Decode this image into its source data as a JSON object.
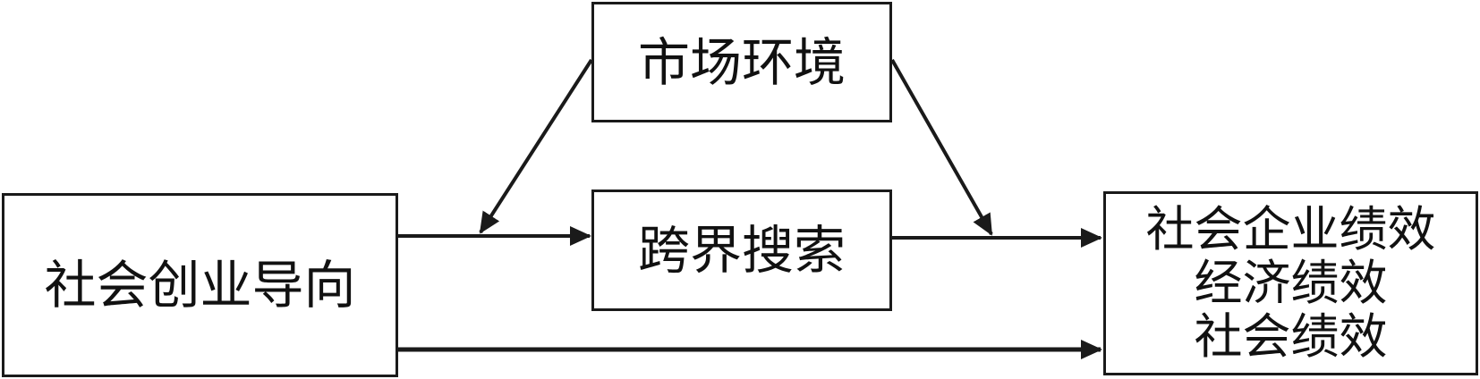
{
  "nodes": {
    "market_environment": "市场环境",
    "boundary_spanning_search": "跨界搜索",
    "social_entrepreneurial_orientation": "社会创业导向",
    "performance": {
      "line1": "社会企业绩效",
      "line2": "经济绩效",
      "line3": "社会绩效"
    }
  },
  "colors": {
    "line": "#1a1a1a",
    "text": "#111111",
    "background": "#ffffff"
  }
}
